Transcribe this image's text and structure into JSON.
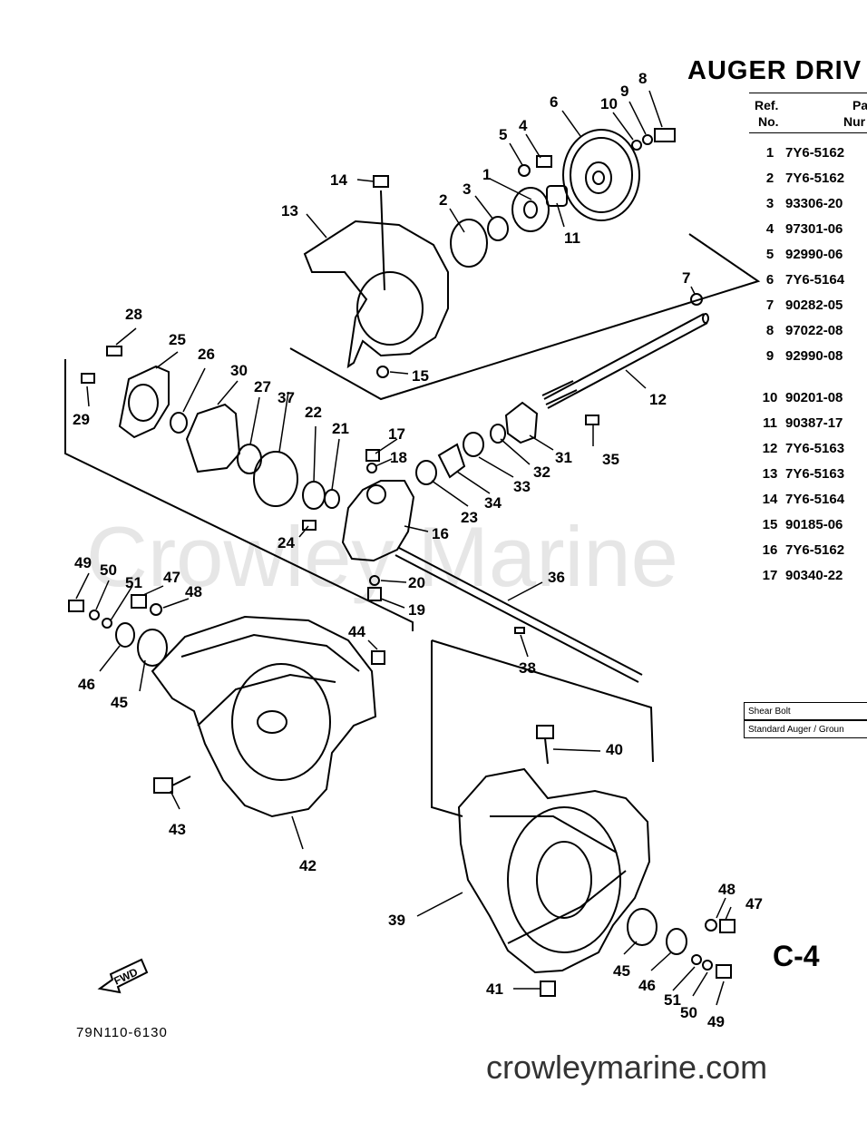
{
  "title": "AUGER DRIV",
  "table": {
    "header_ref": [
      "Ref.",
      "No."
    ],
    "header_part": [
      "Pa",
      "Nur"
    ],
    "rows": [
      {
        "ref": "1",
        "part": "7Y6-5162"
      },
      {
        "ref": "2",
        "part": "7Y6-5162"
      },
      {
        "ref": "3",
        "part": "93306-20"
      },
      {
        "ref": "4",
        "part": "97301-06"
      },
      {
        "ref": "5",
        "part": "92990-06"
      },
      {
        "ref": "6",
        "part": "7Y6-5164"
      },
      {
        "ref": "7",
        "part": "90282-05"
      },
      {
        "ref": "8",
        "part": "97022-08"
      },
      {
        "ref": "9",
        "part": "92990-08"
      },
      {
        "ref": "10",
        "part": "90201-08"
      },
      {
        "ref": "11",
        "part": "90387-17"
      },
      {
        "ref": "12",
        "part": "7Y6-5163"
      },
      {
        "ref": "13",
        "part": "7Y6-5163"
      },
      {
        "ref": "14",
        "part": "7Y6-5164"
      },
      {
        "ref": "15",
        "part": "90185-06"
      },
      {
        "ref": "16",
        "part": "7Y6-5162"
      },
      {
        "ref": "17",
        "part": "90340-22"
      }
    ]
  },
  "notes": [
    "Shear Bolt",
    "Standard Auger / Groun"
  ],
  "page_code": "C-4",
  "drawing_code": "79N110-6130",
  "fwd_label": "FWD",
  "watermark": "Crowley Marine",
  "footer": "crowleymarine.com",
  "callouts": [
    "1",
    "2",
    "3",
    "4",
    "5",
    "6",
    "7",
    "8",
    "9",
    "10",
    "11",
    "12",
    "13",
    "14",
    "15",
    "16",
    "17",
    "18",
    "19",
    "20",
    "21",
    "22",
    "23",
    "24",
    "25",
    "26",
    "27",
    "28",
    "29",
    "30",
    "31",
    "32",
    "33",
    "34",
    "35",
    "36",
    "37",
    "38",
    "39",
    "40",
    "41",
    "42",
    "43",
    "44",
    "45",
    "46",
    "47",
    "48",
    "49",
    "50",
    "51",
    "45",
    "46",
    "47",
    "48",
    "49",
    "50",
    "51"
  ]
}
